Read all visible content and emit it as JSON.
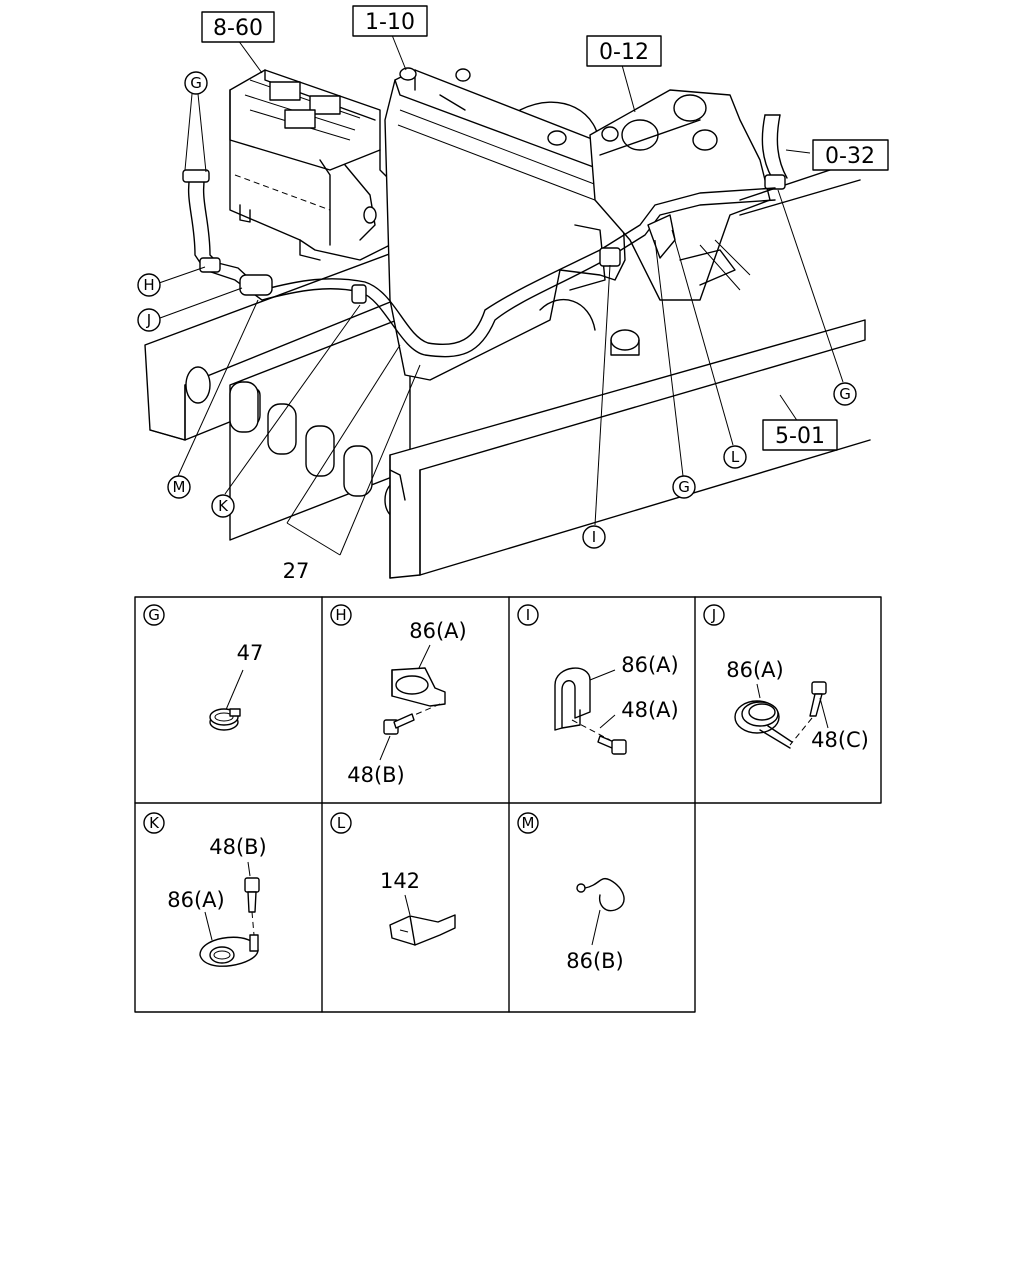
{
  "references": {
    "heater_unit": "8-60",
    "radiator": "1-10",
    "engine": "0-12",
    "water_pipe": "0-32",
    "frame": "5-01"
  },
  "callouts": {
    "g": "G",
    "h": "H",
    "i": "I",
    "j": "J",
    "k": "K",
    "l": "L",
    "m": "M",
    "hose_number": "27"
  },
  "details": [
    {
      "letter": "G",
      "parts": [
        "47"
      ]
    },
    {
      "letter": "H",
      "parts": [
        "86(A)",
        "48(B)"
      ]
    },
    {
      "letter": "I",
      "parts": [
        "86(A)",
        "48(A)"
      ]
    },
    {
      "letter": "J",
      "parts": [
        "86(A)",
        "48(C)"
      ]
    },
    {
      "letter": "K",
      "parts": [
        "48(B)",
        "86(A)"
      ]
    },
    {
      "letter": "L",
      "parts": [
        "142"
      ]
    },
    {
      "letter": "M",
      "parts": [
        "86(B)"
      ]
    }
  ]
}
